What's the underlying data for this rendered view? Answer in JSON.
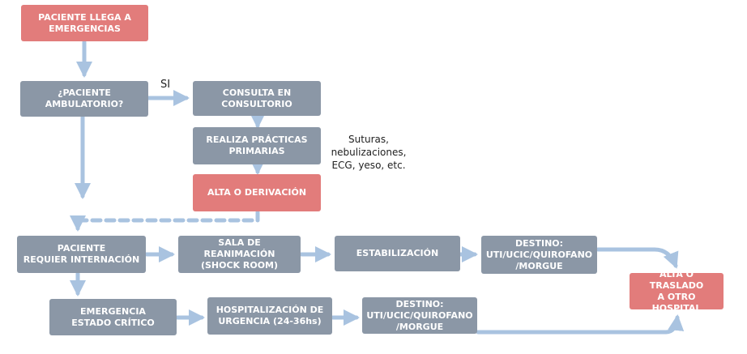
{
  "colors": {
    "box_gray": "#8b97a6",
    "box_red": "#e27c7b",
    "arrow": "#a9c3e0"
  },
  "nodes": {
    "paciente_llega": "PACIENTE LLEGA A\nEMERGENCIAS",
    "ambulatorio": "¿PACIENTE\nAMBULATORIO?",
    "consulta": "CONSULTA EN\nCONSULTORIO",
    "practicas": "REALIZA PRÁCTICAS\nPRIMARIAS",
    "alta_derivacion": "ALTA O DERIVACIÓN",
    "internacion": "PACIENTE\nREQUIER INTERNACIÓN",
    "reanimacion": "SALA DE REANIMACIÓN\n(SHOCK ROOM)",
    "estabilizacion": "ESTABILIZACIÓN",
    "destino_1": "DESTINO:\nUTI/UCIC/QUIROFANO\n/MORGUE",
    "alta_traslado": "ALTA O TRASLADO\nA OTRO HOSPITAL",
    "emergencia": "EMERGENCIA\nESTADO CRÍTICO",
    "hospitalizacion": "HOSPITALIZACIÓN DE\nURGENCIA (24-36hs)",
    "destino_2": "DESTINO:\nUTI/UCIC/QUIROFANO\n/MORGUE"
  },
  "labels": {
    "si": "SI",
    "practicas_note": "Suturas,\nnebulizaciones,\nECG, yeso, etc."
  }
}
